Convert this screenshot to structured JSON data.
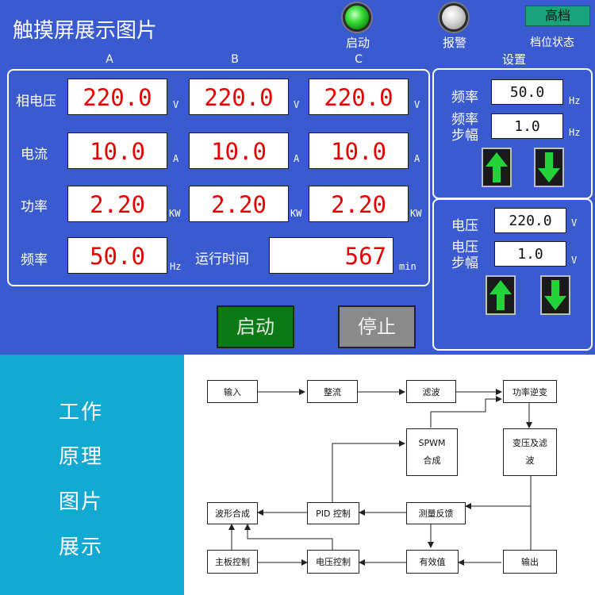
{
  "hmi": {
    "title": "触摸屏展示图片",
    "indicators": {
      "start_label": "启动",
      "alarm_label": "报警",
      "gear_label": "档位状态",
      "gear_value": "高档"
    },
    "settings_label": "设置",
    "columns": [
      "A",
      "B",
      "C"
    ],
    "rows": [
      {
        "label": "相电压",
        "values": [
          "220.0",
          "220.0",
          "220.0"
        ],
        "unit": "V"
      },
      {
        "label": "电流",
        "values": [
          "10.0",
          "10.0",
          "10.0"
        ],
        "unit": "A"
      },
      {
        "label": "功率",
        "values": [
          "2.20",
          "2.20",
          "2.20"
        ],
        "unit": "KW"
      }
    ],
    "freq_row": {
      "label": "频率",
      "value": "50.0",
      "unit": "Hz"
    },
    "runtime": {
      "label": "运行时间",
      "value": "567",
      "unit": "min"
    },
    "settings_freq": {
      "freq_label": "频率",
      "freq_value": "50.0",
      "freq_unit": "Hz",
      "step_label_line1": "频率",
      "step_label_line2": "步幅",
      "step_value": "1.0",
      "step_unit": "Hz"
    },
    "settings_volt": {
      "volt_label": "电压",
      "volt_value": "220.0",
      "volt_unit": "V",
      "step_label_line1": "电压",
      "step_label_line2": "步幅",
      "step_value": "1.0",
      "step_unit": "V"
    },
    "buttons": {
      "start": "启动",
      "stop": "停止"
    }
  },
  "side_text": [
    "工作",
    "原理",
    "图片",
    "展示"
  ],
  "diagram": {
    "nodes": {
      "input": "输入",
      "rectify": "整流",
      "filter": "滤波",
      "inverter": "功率逆变",
      "spwm_line1": "SPWM",
      "spwm_line2": "合成",
      "transformer_line1": "变压及滤",
      "transformer_line2": "波",
      "waveform": "波形合成",
      "pid": "PID 控制",
      "feedback": "测量反馈",
      "mainboard": "主板控制",
      "voltctrl": "电压控制",
      "rms": "有效值",
      "output": "输出"
    }
  },
  "colors": {
    "hmi_bg": "#3a5bd0",
    "side_bg": "#12a9d3",
    "reading_text": "#e60000",
    "start_button": "#0c7a14",
    "stop_button": "#8a8a8a",
    "arrow_green": "#22d43a"
  }
}
